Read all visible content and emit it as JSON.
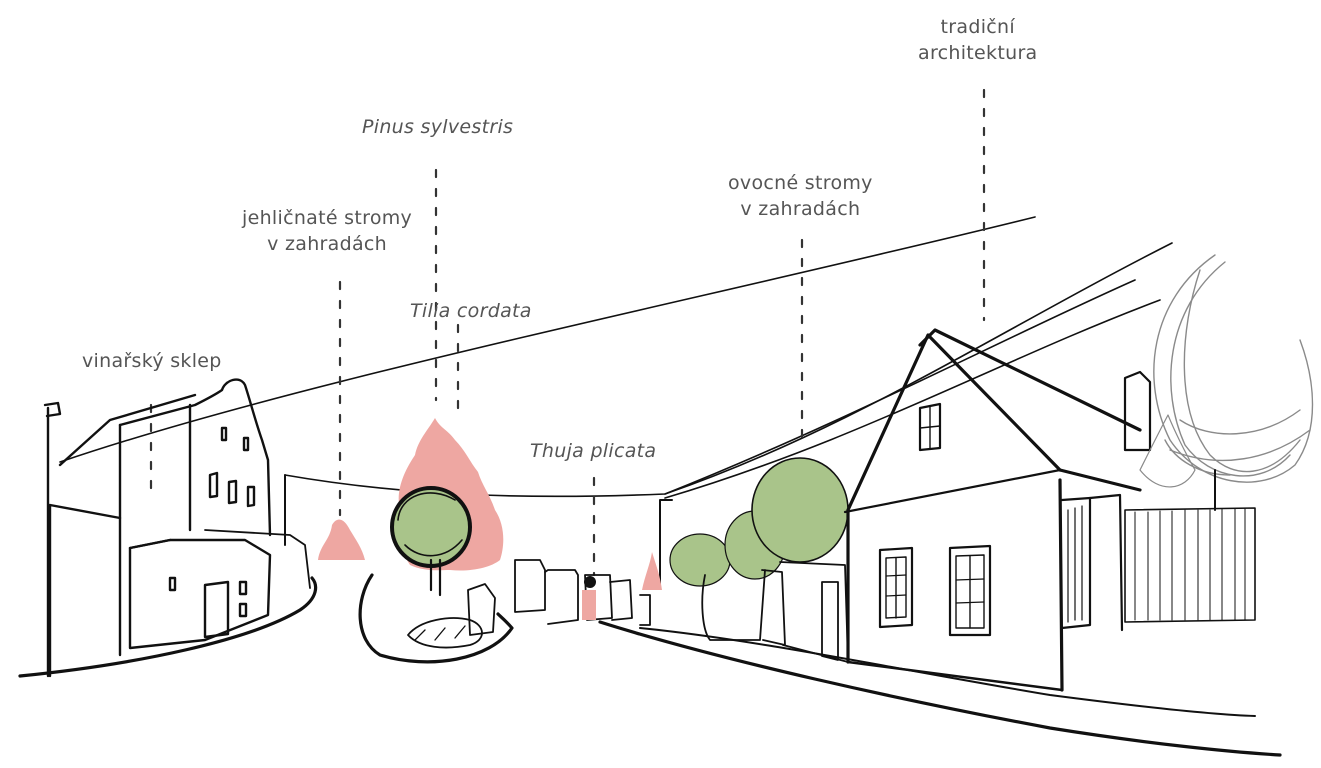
{
  "labels": {
    "tradicni": [
      "tradiční",
      "architektura"
    ],
    "pinus": "Pinus sylvestris",
    "jehlicnate": [
      "jehličnaté stromy",
      "v zahradách"
    ],
    "ovocne": [
      "ovocné stromy",
      "v zahradách"
    ],
    "tilia": "Tilia cordata",
    "vinarsky": "vinařský sklep",
    "thuja": "Thuja plicata"
  },
  "colors": {
    "ink": "#111111",
    "label_text": "#555555",
    "conifer_fill": "#eea7a2",
    "deciduous_fill": "#a9c48a",
    "pencil": "#8a8a8a"
  }
}
